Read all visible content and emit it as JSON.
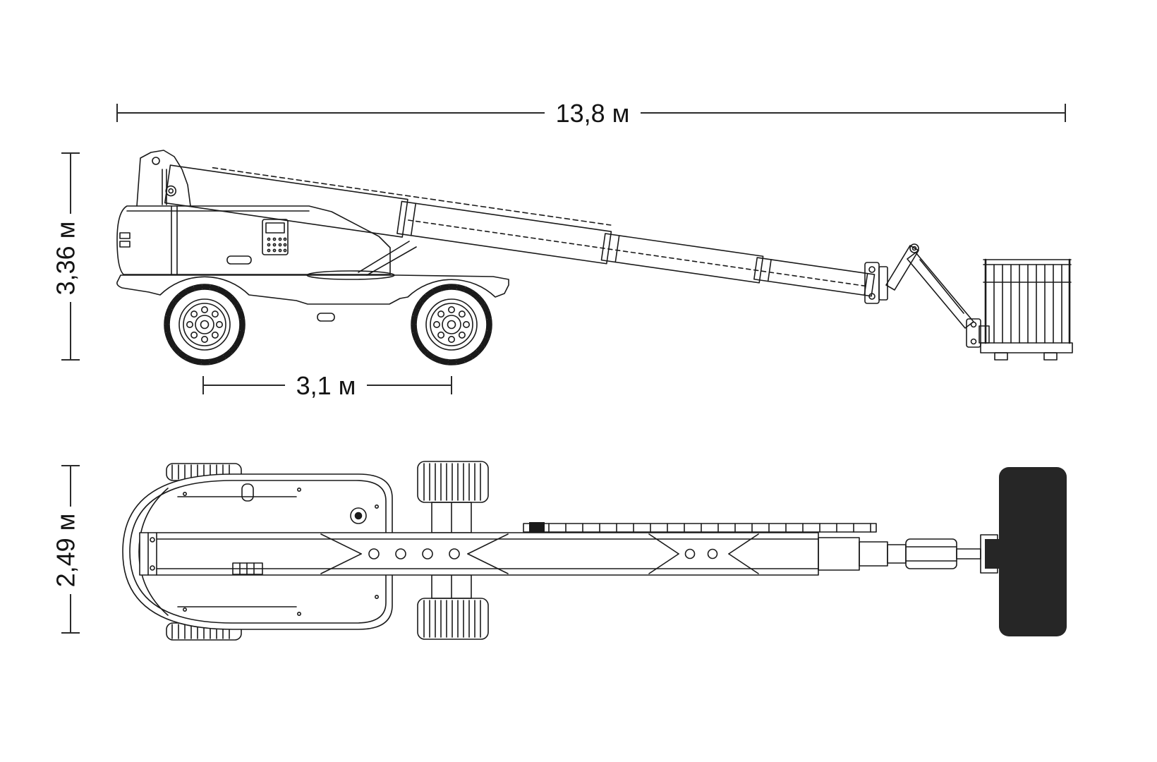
{
  "diagram": {
    "type": "technical-drawing",
    "subject": "telescopic boom lift, side view and top view",
    "dimensions": {
      "overall_length": "13,8 м",
      "overall_height": "3,36 м",
      "wheelbase": "3,1 м",
      "overall_width": "2,49 м"
    },
    "colors": {
      "background": "#ffffff",
      "line": "#1a1a1a",
      "dimension_line": "#2b2b2b",
      "platform_fill": "#262626"
    }
  }
}
